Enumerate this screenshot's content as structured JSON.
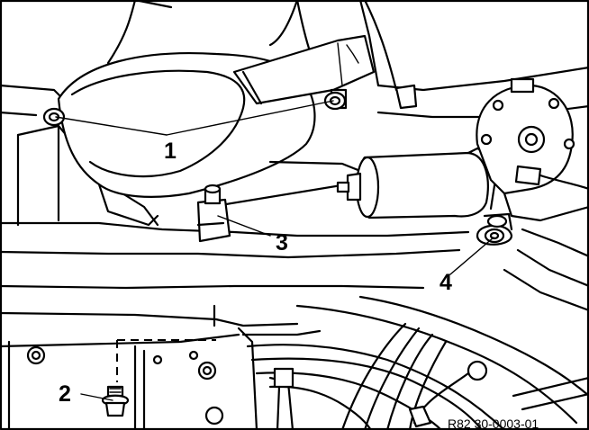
{
  "callouts": {
    "c1": "1",
    "c2": "2",
    "c3": "3",
    "c4": "4"
  },
  "reference_code": "R82 30-0003-01"
}
